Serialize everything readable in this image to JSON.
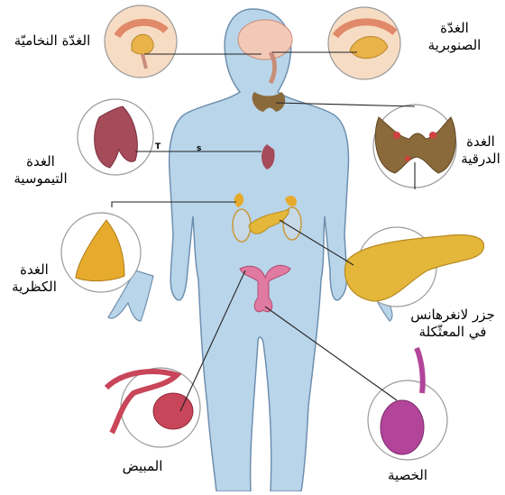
{
  "labels": {
    "pituitary": "الغدّة النخاميّة",
    "pineal_line1": "الغدّة",
    "pineal_line2": "الصنوبرية",
    "thyroid_line1": "الغدة",
    "thyroid_line2": "الدرقية",
    "thymus_line1": "الغدة",
    "thymus_line2": "التيموسية",
    "adrenal_line1": "الغدة",
    "adrenal_line2": "الكظرية",
    "islets_line1": "جزر لانغرهانس",
    "islets_line2": "في المعثّكلة",
    "ovary": "المبيض",
    "testis": "الخصية"
  },
  "marks": {
    "t": "T",
    "s": "s"
  },
  "colors": {
    "body_fill": "#b9d5ea",
    "body_outline": "#6e8fae",
    "brain": "#f2c9b6",
    "thyroid": "#8a6a3a",
    "thymus": "#a64b5a",
    "adrenal": "#e6ab2c",
    "pancreas": "#e4b63a",
    "ovary": "#c8455a",
    "testis": "#b2449a",
    "line": "#222222"
  }
}
